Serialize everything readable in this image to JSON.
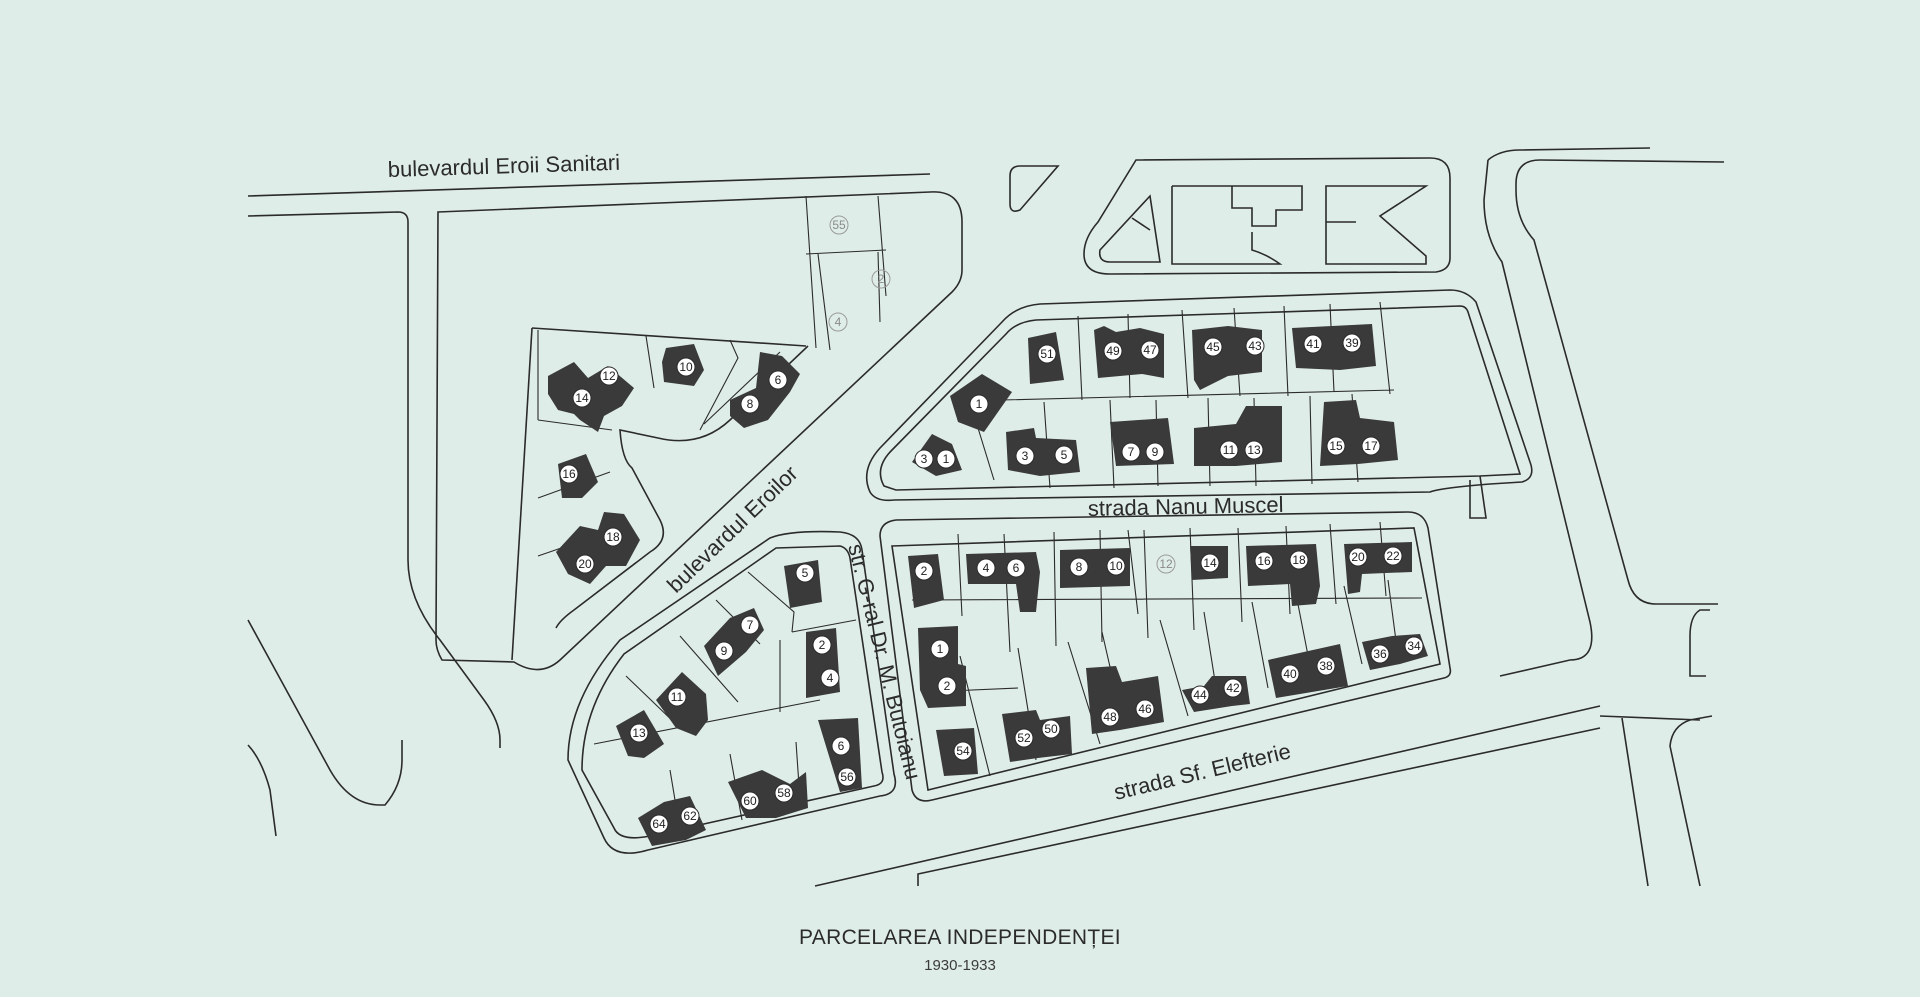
{
  "title": "PARCELAREA INDEPENDENȚEI",
  "years": "1930-1933",
  "streets": {
    "eroii_sanitari": "bulevardul Eroii Sanitari",
    "eroilor": "bulevardul Eroilor",
    "butoianu": "str. G-ral Dr. M. Butoianu",
    "nanu_muscel": "strada Nanu Muscel",
    "sf_elefterie": "strada Sf. Elefterie"
  },
  "lots": {
    "nw": [
      "14",
      "12",
      "10",
      "6",
      "8",
      "16",
      "18",
      "20"
    ],
    "nw_gray": [
      "55",
      "2",
      "4"
    ],
    "nanu_north": [
      "51",
      "49",
      "47",
      "45",
      "43",
      "41",
      "39",
      "1",
      "3",
      "1",
      "3",
      "5",
      "7",
      "9",
      "11",
      "13",
      "15",
      "17"
    ],
    "butoianu_west": [
      "5",
      "7",
      "9",
      "11",
      "13",
      "2",
      "4",
      "6",
      "56",
      "64",
      "62",
      "60",
      "58"
    ],
    "sf_elefterie_north": [
      "2",
      "4",
      "6",
      "8",
      "10",
      "14",
      "16",
      "18",
      "20",
      "22",
      "1",
      "2",
      "54",
      "52",
      "50",
      "48",
      "46",
      "44",
      "42",
      "40",
      "38",
      "36",
      "34"
    ],
    "sf_elefterie_gray": [
      "12"
    ]
  }
}
